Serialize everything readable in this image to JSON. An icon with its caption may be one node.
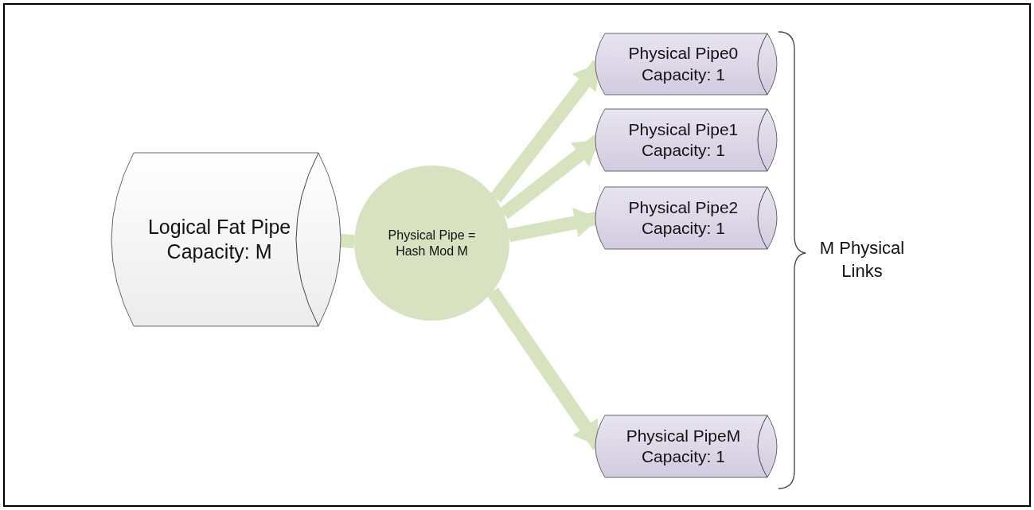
{
  "diagram": {
    "nodes": [
      {
        "text": [
          "Logical Fat Pipe Capacity: M"
        ]
      },
      {
        "text": [
          "Physical Pipe = Hash Mod M"
        ]
      },
      {
        "text": [
          "Physical Pipe0 Capacity: 1"
        ]
      },
      {
        "text": [
          "Physical Pipe1 Capacity: 1"
        ]
      },
      {
        "text": [
          "Physical Pipe2 Capacity: 1"
        ]
      },
      {
        "text": [
          "Physical PipeM Capacity: 1"
        ]
      }
    ],
    "edges": [
      {
        "from": 0,
        "to": 1,
        "arrow": "none"
      },
      {
        "from": 1,
        "to": 2,
        "arrow": "to"
      },
      {
        "from": 1,
        "to": 3,
        "arrow": "to"
      },
      {
        "from": 1,
        "to": 4,
        "arrow": "to"
      },
      {
        "from": 1,
        "to": 5,
        "arrow": "to"
      }
    ],
    "labels": [
      "M Physical Links"
    ]
  }
}
